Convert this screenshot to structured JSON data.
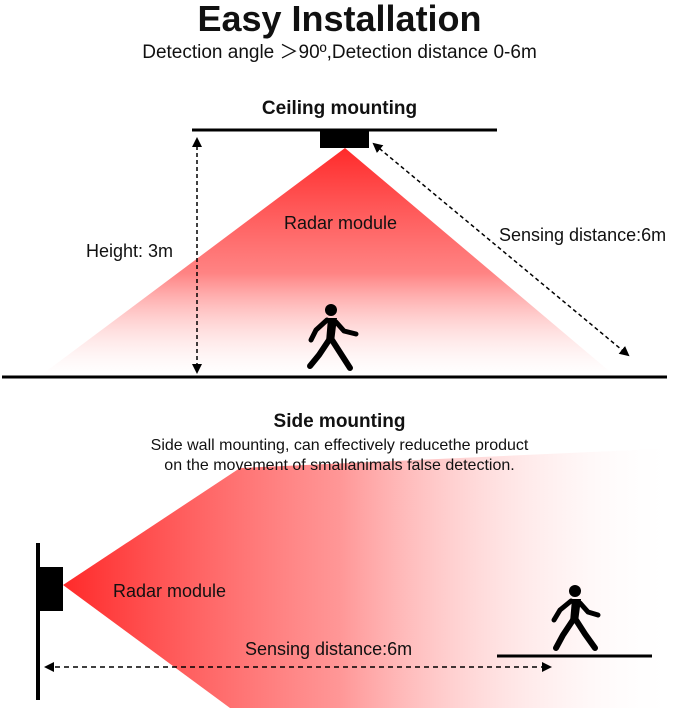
{
  "header": {
    "title": "Easy Installation",
    "subtitle": "Detection angle ＞90º,Detection distance 0-6m"
  },
  "ceiling": {
    "title": "Ceiling mounting",
    "module_label": "Radar module",
    "height_label": "Height: 3m",
    "distance_label": "Sensing distance:6m"
  },
  "side": {
    "title": "Side mounting",
    "description_line1": "Side wall mounting, can effectively reducethe product",
    "description_line2": "on the movement of smallanimals false detection.",
    "module_label": "Radar module",
    "distance_label": "Sensing distance:6m"
  },
  "colors": {
    "beam": "#ff2a2a",
    "ink": "#000000"
  },
  "icons": [
    "walking-person-icon",
    "walking-person-icon"
  ]
}
